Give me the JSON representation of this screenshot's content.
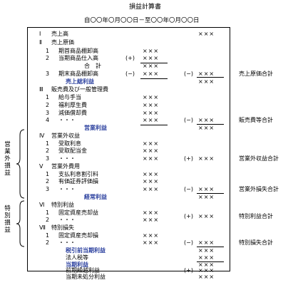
{
  "title": "損益計算書",
  "period": "自〇〇年〇月〇〇日－至〇〇年〇月〇〇日",
  "placeholder": "×××",
  "sections": {
    "s1_num": "Ⅰ",
    "s1_label": "売上高",
    "s2_num": "Ⅱ",
    "s2_label": "売上原価",
    "s3_num": "Ⅲ",
    "s3_label": "販売費及び一般管理費",
    "s4_num": "Ⅳ",
    "s4_label": "営業外収益",
    "s5_num": "Ⅴ",
    "s5_label": "営業外費用",
    "s6_num": "Ⅵ",
    "s6_label": "特別利益",
    "s7_num": "Ⅶ",
    "s7_label": "特別損失"
  },
  "items": {
    "s2_1": "期首商品棚卸高",
    "s2_2": "当期商品仕入高",
    "s2_sum": "合　計",
    "s2_3": "期末商品棚卸高",
    "s3_1": "給与手当",
    "s3_2": "福利厚生費",
    "s3_3": "減価償却費",
    "s3_4": "・・・",
    "s4_1": "受取利息",
    "s4_2": "受取配当金",
    "s4_3": "・・・",
    "s5_1": "支払利息割引料",
    "s5_2": "有価証券評価損",
    "s5_3": "・・・",
    "s6_1": "固定資産売却益",
    "s6_2": "・・・",
    "s7_1": "固定資産売却損",
    "s7_2": "・・・"
  },
  "nums": {
    "n1": "1",
    "n2": "2",
    "n3": "3",
    "n4": "4"
  },
  "profits": {
    "gross": "売上総利益",
    "operating": "営業利益",
    "ordinary": "経常利益",
    "pretax": "税引前当期利益",
    "tax": "法人税等",
    "net": "当期利益",
    "carried": "前期繰越利益",
    "unappropriated": "当期未処分利益"
  },
  "signs": {
    "plus": "(+)",
    "minus": "(−)"
  },
  "right_labels": {
    "cogs_total": "売上原価合計",
    "sga_total": "販売費等合計",
    "nonop_income_total": "営業外収益合計",
    "nonop_expense_total": "営業外損失合計",
    "special_gain_total": "特別利益合計",
    "special_loss_total": "特別損失合計"
  },
  "side_labels": {
    "nonoperating": "営業外損益",
    "special": "特別損益"
  },
  "colors": {
    "profit_label": "#2a3f9e"
  }
}
